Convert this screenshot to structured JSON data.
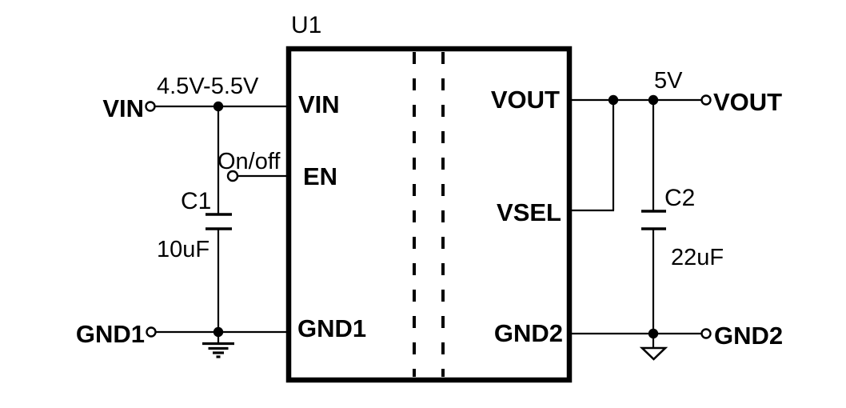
{
  "diagram": {
    "type": "circuit-schematic",
    "colors": {
      "line": "#000000",
      "background": "#ffffff"
    },
    "ic": {
      "designator": "U1",
      "left_pins": [
        "VIN",
        "EN",
        "GND1"
      ],
      "right_pins": [
        "VOUT",
        "VSEL",
        "GND2"
      ]
    },
    "terminals": {
      "vin": {
        "label": "VIN",
        "annotation": "4.5V-5.5V"
      },
      "gnd1": {
        "label": "GND1"
      },
      "vout": {
        "label": "VOUT",
        "annotation": "5V"
      },
      "gnd2": {
        "label": "GND2"
      },
      "enable": {
        "annotation": "On/off"
      }
    },
    "components": {
      "c1": {
        "ref": "C1",
        "value": "10uF"
      },
      "c2": {
        "ref": "C2",
        "value": "22uF"
      }
    }
  }
}
